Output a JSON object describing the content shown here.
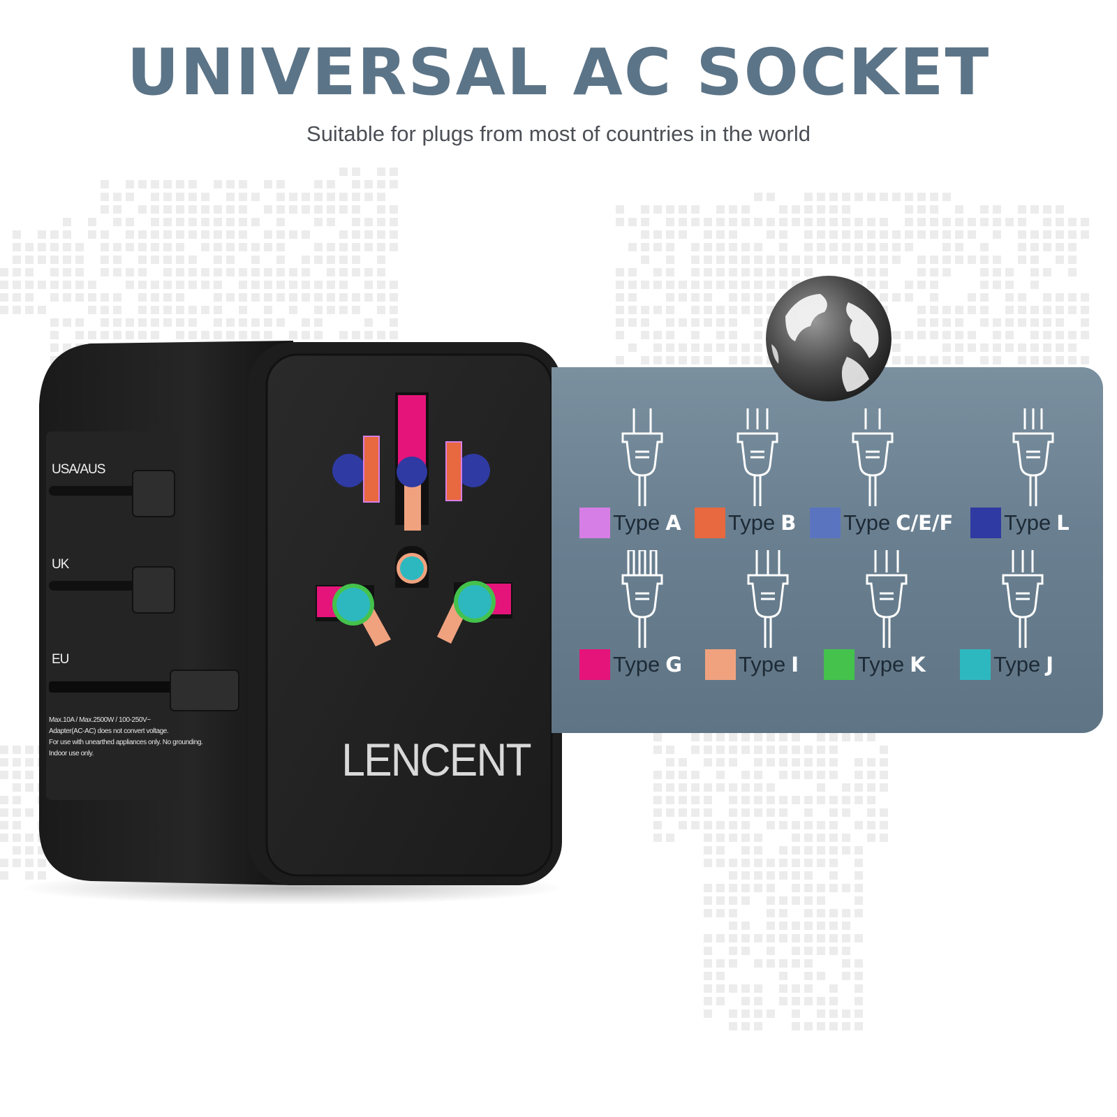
{
  "headline": "UNIVERSAL AC SOCKET",
  "subheadline": "Suitable for plugs from most of countries in the world",
  "adapter": {
    "brand": "LENCENT",
    "slider_labels": [
      "USA/AUS",
      "UK",
      "EU"
    ],
    "spec_lines": [
      "Max.10A / Max.2500W / 100-250V~",
      "Adapter(AC-AC) does not convert voltage.",
      "For use with unearthed appliances only. No grounding.",
      "Indoor use only."
    ]
  },
  "plug_types": [
    {
      "word": "Type",
      "code": "A",
      "color": "#d77ee6",
      "icon": "plug-type-a-icon"
    },
    {
      "word": "Type",
      "code": "B",
      "color": "#e8683f",
      "icon": "plug-type-b-icon"
    },
    {
      "word": "Type",
      "code": "C/E/F",
      "color": "#5a74c0",
      "icon": "plug-type-cef-icon"
    },
    {
      "word": "Type",
      "code": "L",
      "color": "#2f3aa2",
      "icon": "plug-type-l-icon"
    },
    {
      "word": "Type",
      "code": "G",
      "color": "#e5147a",
      "icon": "plug-type-g-icon"
    },
    {
      "word": "Type",
      "code": "I",
      "color": "#f0a27f",
      "icon": "plug-type-i-icon"
    },
    {
      "word": "Type",
      "code": "K",
      "color": "#44c24c",
      "icon": "plug-type-k-icon"
    },
    {
      "word": "Type",
      "code": "J",
      "color": "#2db8bf",
      "icon": "plug-type-j-icon"
    }
  ],
  "colors": {
    "headline": "#5c7487",
    "card": "#6a8091",
    "adapter_body": "#1f1f1f"
  }
}
